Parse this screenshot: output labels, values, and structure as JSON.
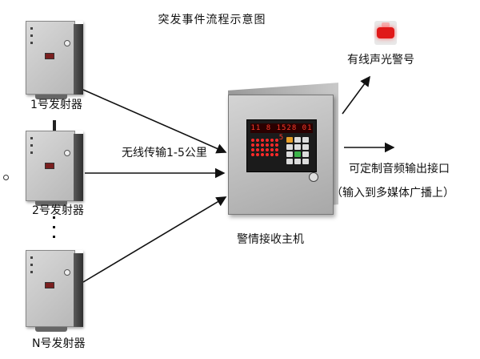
{
  "title": "突发事件流程示意图",
  "transmitters": [
    {
      "label": "1号发射器"
    },
    {
      "label": "2号发射器"
    },
    {
      "label": "N号发射器"
    }
  ],
  "wireless_label": "无线传输1-5公里",
  "receiver_label": "警情接收主机",
  "alarm_label": "有线声光警号",
  "output_label": "可定制音频输出接口",
  "output_sub_label": "（输入到多媒体广播上）",
  "receiver_display": "11 8 1528 01 5"
}
